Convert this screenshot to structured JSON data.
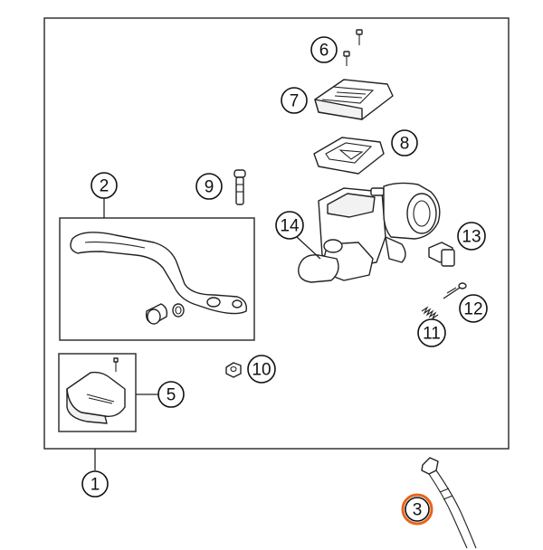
{
  "callouts": [
    {
      "id": "c1",
      "label": "1"
    },
    {
      "id": "c2",
      "label": "2"
    },
    {
      "id": "c3",
      "label": "3",
      "highlighted": true
    },
    {
      "id": "c5",
      "label": "5"
    },
    {
      "id": "c6",
      "label": "6"
    },
    {
      "id": "c7",
      "label": "7"
    },
    {
      "id": "c8",
      "label": "8"
    },
    {
      "id": "c9",
      "label": "9"
    },
    {
      "id": "c10",
      "label": "10"
    },
    {
      "id": "c11",
      "label": "11"
    },
    {
      "id": "c12",
      "label": "12"
    },
    {
      "id": "c13",
      "label": "13"
    },
    {
      "id": "c14",
      "label": "14"
    }
  ],
  "colors": {
    "highlight": "#e8631a",
    "line": "#222222",
    "background": "#ffffff"
  }
}
